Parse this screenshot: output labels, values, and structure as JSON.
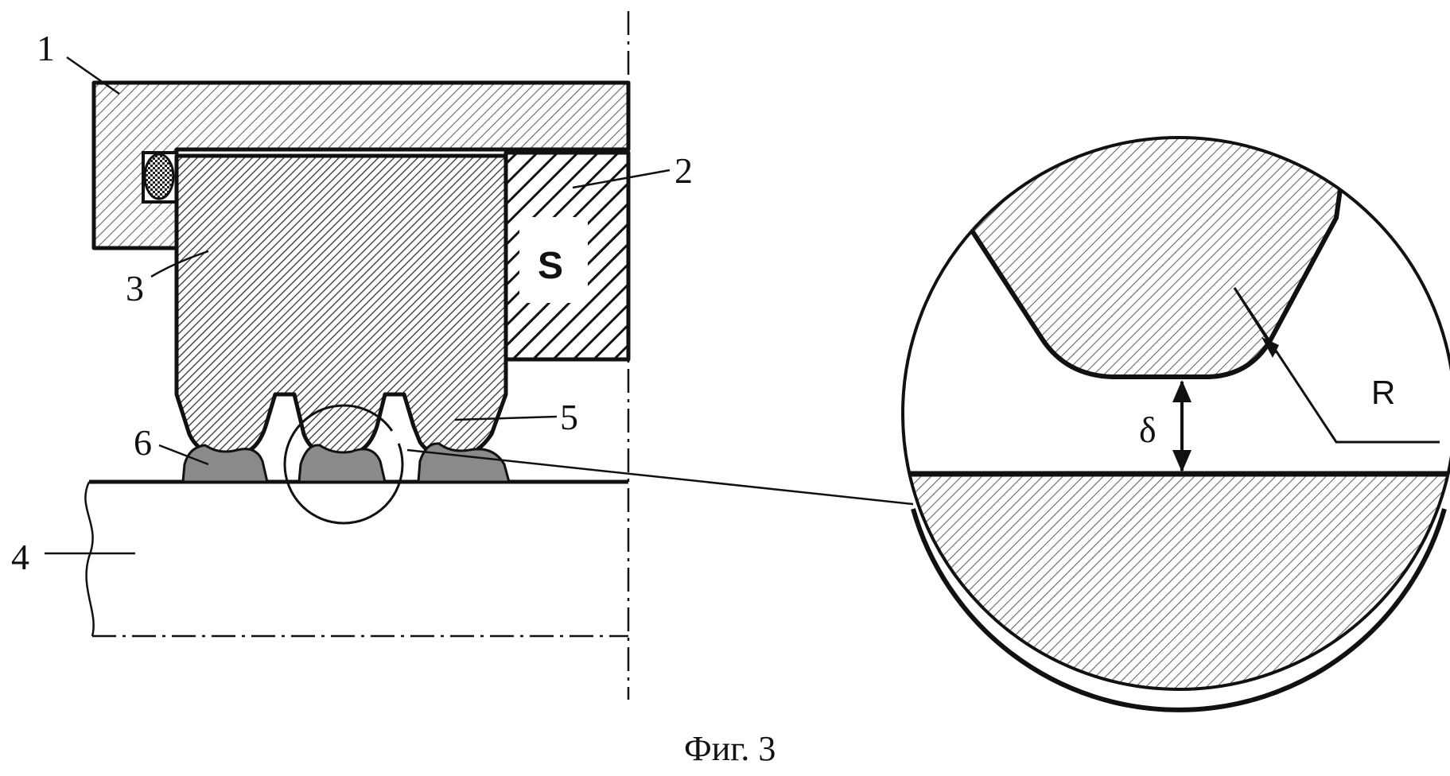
{
  "labels": {
    "part1": "1",
    "part2": "2",
    "part3": "3",
    "part4": "4",
    "part5": "5",
    "part6": "6",
    "chamber": "S",
    "radius": "R",
    "gap": "δ"
  },
  "caption": "Фиг. 3",
  "colors": {
    "line": "#111111",
    "hatch": "#555555",
    "deposit": "#8a8a8a",
    "background": "#ffffff"
  }
}
